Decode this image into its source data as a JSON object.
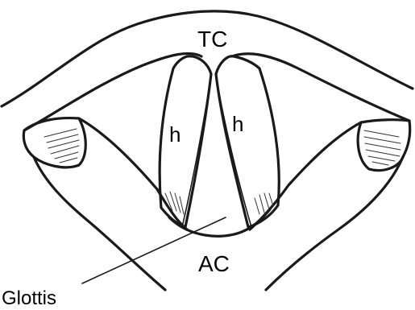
{
  "diagram": {
    "labels": {
      "tc": "TC",
      "h_left": "h",
      "h_right": "h",
      "ac": "AC",
      "glottis": "Glottis"
    }
  }
}
